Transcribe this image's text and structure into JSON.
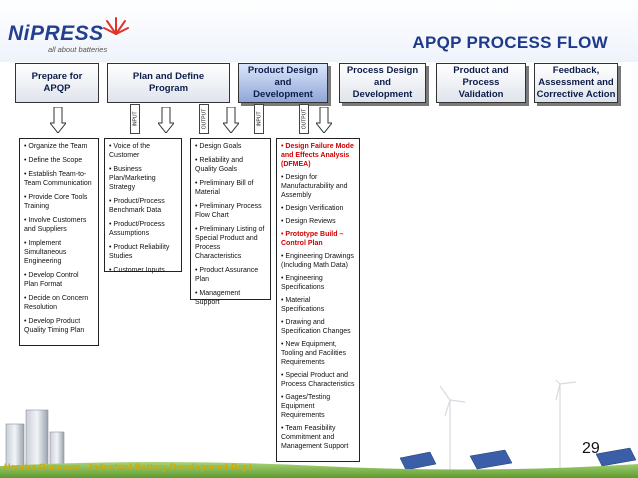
{
  "header": {
    "logo_text": "NiPRESS",
    "logo_tagline": "all about batteries",
    "title": "APQP PROCESS FLOW"
  },
  "phases": [
    {
      "label": "Prepare for APQP"
    },
    {
      "label": "Plan and Define Program"
    },
    {
      "label": "Product Design and Development"
    },
    {
      "label": "Process Design and Development"
    },
    {
      "label": "Product and Process Validation"
    },
    {
      "label": "Feedback, Assessment and Corrective Action"
    }
  ],
  "tabs": {
    "input": "INPUT",
    "output": "OUTPUT"
  },
  "columns": {
    "prepare": [
      "• Organize the Team",
      "• Define the Scope",
      "• Establish Team-to-Team Communication",
      "• Provide Core Tools Training",
      "• Involve Customers and Suppliers",
      "• Implement Simultaneous Engineering",
      "• Develop Control Plan Format",
      "• Decide on Concern Resolution",
      "• Develop Product Quality Timing Plan"
    ],
    "plan": [
      "• Voice of the Customer",
      "• Business Plan/Marketing Strategy",
      "• Product/Process Benchmark Data",
      "• Product/Process Assumptions",
      "• Product Reliability Studies",
      "• Customer Inputs"
    ],
    "goals": [
      "• Design Goals",
      "• Reliability and Quality Goals",
      "• Preliminary Bill of Material",
      "• Preliminary Process Flow Chart",
      "• Preliminary Listing of Special Product and Process Characteristics",
      "• Product Assurance Plan",
      "• Management Support"
    ],
    "design": [
      "• Design Failure Mode and Effects Analysis (DFMEA)",
      "• Design for Manufacturability and Assembly",
      "• Design Verification",
      "• Design Reviews",
      "• Prototype Build – Control Plan",
      "• Engineering Drawings (Including Math Data)",
      "• Engineering Specifications",
      "• Material Specifications",
      "• Drawing and Specification Changes",
      "• New Equipment, Tooling and Facilities Requirements",
      "• Special Product and Process Characteristics",
      "• Gages/Testing Equipment Requirements",
      "• Team Feasibility Commitment and Management Support"
    ]
  },
  "page_number": "29",
  "footer_text": "Hendra Gunawan - Industrial Battery Development Dept.",
  "colors": {
    "title": "#1f3a8a",
    "highlight": "#d00000",
    "footer": "#d4a800"
  }
}
